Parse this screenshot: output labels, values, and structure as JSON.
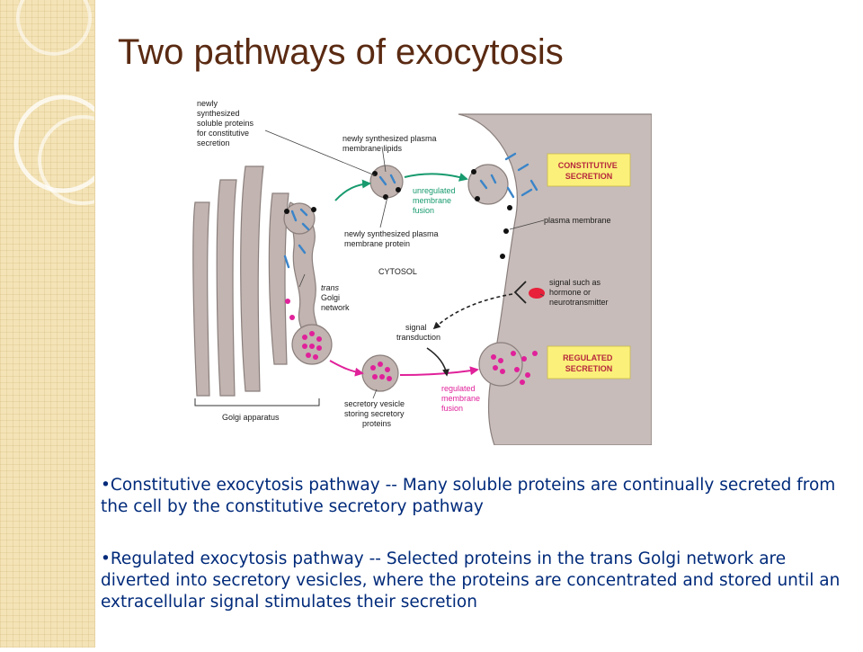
{
  "title": "Two pathways of exocytosis",
  "diagram": {
    "labels": {
      "newly_synth_soluble": [
        "newly",
        "synthesized",
        "soluble proteins",
        "for constitutive",
        "secretion"
      ],
      "plasma_lipids": [
        "newly synthesized plasma",
        "membrane lipids"
      ],
      "unregulated_fusion": [
        "unregulated",
        "membrane",
        "fusion"
      ],
      "plasma_protein": [
        "newly synthesized plasma",
        "membrane protein"
      ],
      "cytosol": "CYTOSOL",
      "trans_golgi": [
        "trans",
        "Golgi",
        "network"
      ],
      "signal_transduction": [
        "signal",
        "transduction"
      ],
      "secretory_vesicle": [
        "secretory vesicle",
        "storing secretory",
        "proteins"
      ],
      "regulated_fusion": [
        "regulated",
        "membrane",
        "fusion"
      ],
      "golgi_apparatus": "Golgi apparatus",
      "plasma_membrane": "plasma membrane",
      "signal_hormone": [
        "signal such as",
        "hormone or",
        "neurotransmitter"
      ],
      "constitutive_box": [
        "CONSTITUTIVE",
        "SECRETION"
      ],
      "regulated_box": [
        "REGULATED",
        "SECRETION"
      ]
    },
    "colors": {
      "golgi": "#c2b4b0",
      "extracellular": "#c7bcb9",
      "green_arrow": "#179a6e",
      "magenta_arrow": "#e0219a",
      "box_fill": "#fbf07a",
      "box_text": "#b6283d",
      "protein_blue": "#3a84c9",
      "granule_pink": "#e0219a"
    }
  },
  "bullets": [
    "•Constitutive exocytosis pathway -- Many soluble proteins are continually secreted from the cell by the constitutive secretory pathway",
    "•Regulated exocytosis pathway -- Selected proteins in the trans Golgi network are diverted into secretory vesicles, where the proteins are concentrated and stored until an extracellular signal stimulates their secretion"
  ]
}
